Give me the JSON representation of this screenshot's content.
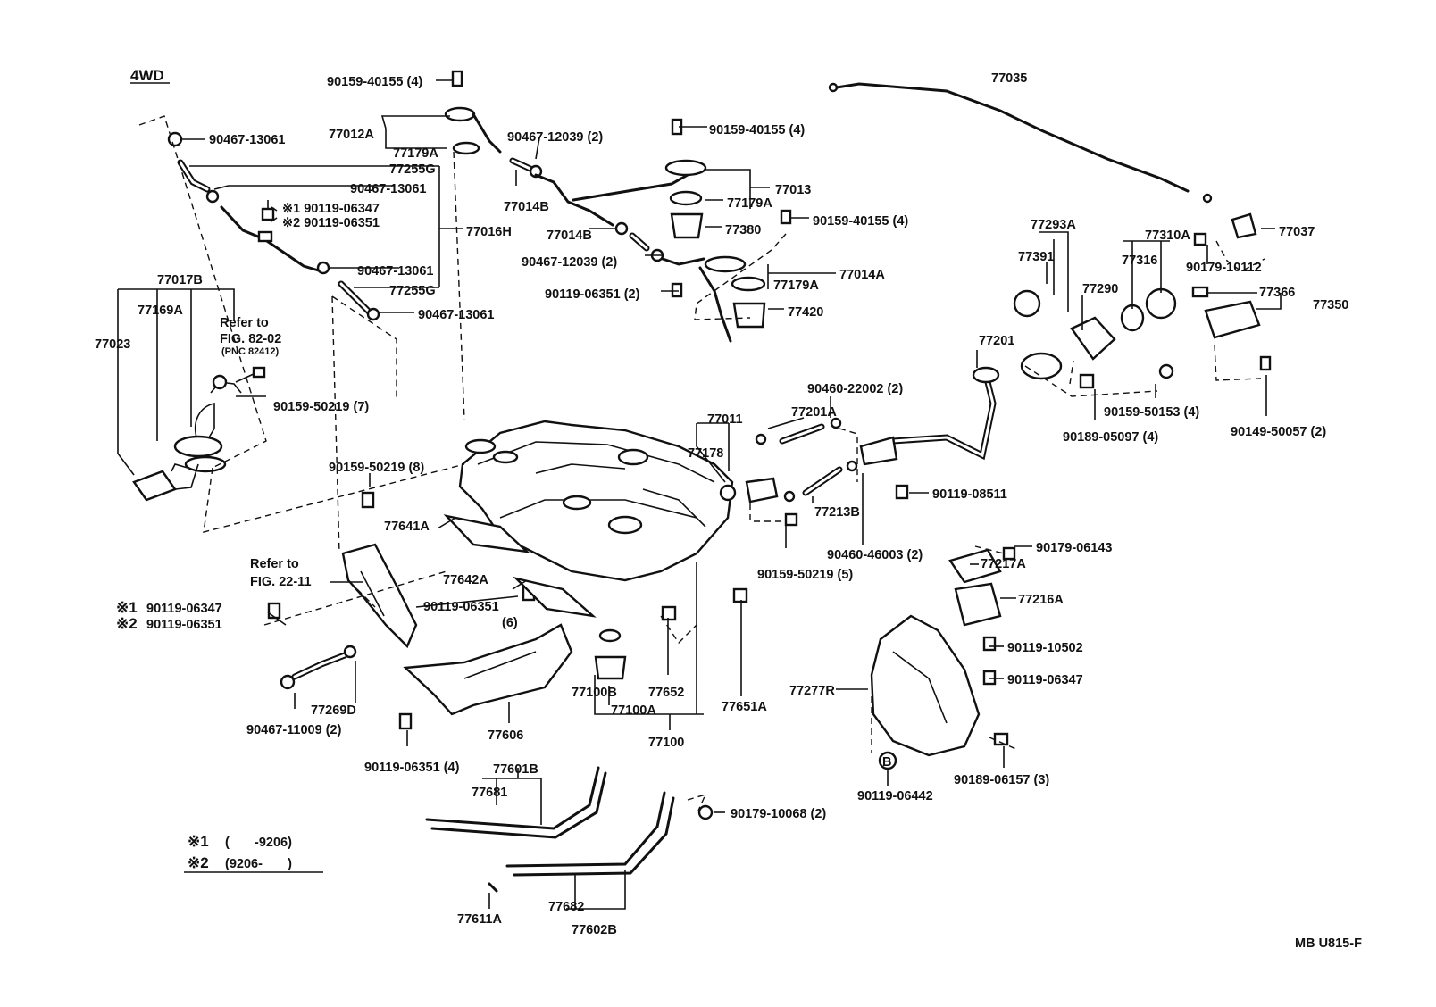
{
  "header": {
    "variant": "4WD"
  },
  "footer": {
    "code": "MB U815-F"
  },
  "legend": {
    "items": [
      {
        "mark": "※1",
        "range": "(       -9206)"
      },
      {
        "mark": "※2",
        "range": "(9206-       )"
      }
    ]
  },
  "notes": {
    "refer_fig_82_line1": "Refer to",
    "refer_fig_82_line2": "FIG. 82-02",
    "refer_fig_82_pnc": "(PNC 82412)",
    "refer_fig_22_line1": "Refer to",
    "refer_fig_22_line2": "FIG. 22-11"
  },
  "callouts": {
    "p_90159_40155_a": "90159-40155 (4)",
    "p_90467_13061_a": "90467-13061",
    "p_77012A": "77012A",
    "p_77179A_a": "77179A",
    "p_77255G_a": "77255G",
    "p_90467_13061_b": "90467-13061",
    "p_s1_90119_06347": "※1 90119-06347",
    "p_s2_90119_06351": "※2 90119-06351",
    "p_77016H": "77016H",
    "p_90467_13061_c": "90467-13061",
    "p_77255G_b": "77255G",
    "p_90467_13061_d": "90467-13061",
    "p_77017B": "77017B",
    "p_77169A": "77169A",
    "p_77023": "77023",
    "p_90159_50219_7": "90159-50219 (7)",
    "p_90467_12039_a": "90467-12039 (2)",
    "p_77014B_a": "77014B",
    "p_77014B_b": "77014B",
    "p_90159_40155_b": "90159-40155 (4)",
    "p_77179A_b": "77179A",
    "p_77013": "77013",
    "p_77380": "77380",
    "p_90159_40155_c": "90159-40155 (4)",
    "p_90467_12039_b": "90467-12039 (2)",
    "p_77179A_c": "77179A",
    "p_77014A": "77014A",
    "p_90119_06351_2": "90119-06351 (2)",
    "p_77420": "77420",
    "p_77035": "77035",
    "p_77037": "77037",
    "p_77293A": "77293A",
    "p_77391": "77391",
    "p_77310A": "77310A",
    "p_77316": "77316",
    "p_77290": "77290",
    "p_90179_10112": "90179-10112",
    "p_77366": "77366",
    "p_77350": "77350",
    "p_77201": "77201",
    "p_90460_22002": "90460-22002 (2)",
    "p_77201A": "77201A",
    "p_77011": "77011",
    "p_77178": "77178",
    "p_90159_50153": "90159-50153 (4)",
    "p_90189_05097": "90189-05097 (4)",
    "p_90149_50057": "90149-50057 (2)",
    "p_90159_50219_8": "90159-50219 (8)",
    "p_77641A": "77641A",
    "p_90119_08511": "90119-08511",
    "p_77213B": "77213B",
    "p_90460_46003": "90460-46003 (2)",
    "p_90159_50219_5": "90159-50219 (5)",
    "p_90179_06143": "90179-06143",
    "p_77217A": "77217A",
    "p_77216A": "77216A",
    "p_77642A": "77642A",
    "p_90119_06351_6": "90119-06351",
    "p_6": "(6)",
    "p_s1_90119_06347_b": "90119-06347",
    "p_s2_90119_06351_b": "90119-06351",
    "p_s1_mark": "※1",
    "p_s2_mark": "※2",
    "p_90119_10502": "90119-10502",
    "p_90119_06347_c": "90119-06347",
    "p_77277R": "77277R",
    "p_77100B": "77100B",
    "p_77652": "77652",
    "p_77651A": "77651A",
    "p_77100A": "77100A",
    "p_77100": "77100",
    "p_77269D": "77269D",
    "p_90467_11009": "90467-11009 (2)",
    "p_77606": "77606",
    "p_90119_06351_4": "90119-06351 (4)",
    "p_B": "B",
    "p_90119_06442": "90119-06442",
    "p_90189_06157": "90189-06157 (3)",
    "p_77601B": "77601B",
    "p_77681": "77681",
    "p_90179_10068": "90179-10068 (2)",
    "p_77682": "77682",
    "p_77611A": "77611A",
    "p_77602B": "77602B"
  }
}
